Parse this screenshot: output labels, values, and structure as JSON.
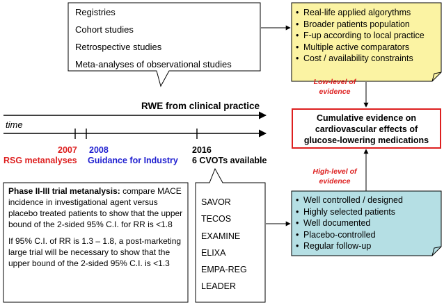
{
  "observational": {
    "items": [
      "Registries",
      "Cohort studies",
      "Retrospective studies",
      "Meta-analyses of observational studies"
    ],
    "label": "RWE from clinical practice"
  },
  "rwe_features": {
    "items": [
      "Real-life applied algorythms",
      "Broader patients population",
      "F-up according to local practice",
      "Multiple active comparators",
      "Cost / availability constraints"
    ],
    "color": "#fbf3a3"
  },
  "low_evidence": {
    "line1": "Low-level of",
    "line2": "evidence"
  },
  "high_evidence": {
    "line1": "High-level of",
    "line2": "evidence"
  },
  "cumulative": {
    "line1": "Cumulative evidence on",
    "line2": "cardiovascular effects of",
    "line3": "glucose-lowering medications",
    "border_color": "#dd1f1f"
  },
  "timeline": {
    "label": "time",
    "events": [
      {
        "year": "2007",
        "title": "RSG metanalyses",
        "color": "#dd1f1f"
      },
      {
        "year": "2008",
        "title": "Guidance for Industry",
        "color": "#1f1fd0"
      },
      {
        "year": "2016",
        "title": "6 CVOTs available",
        "color": "#000000"
      }
    ]
  },
  "phase_box": {
    "bold_lead": "Phase II-III trial metanalysis:",
    "para1_rest": " compare MACE incidence in investigational agent versus placebo treated patients to show that the upper bound of the 2-sided 95% C.I. for RR is <1.8",
    "para2": "If 95% C.I. of RR is 1.3 – 1.8, a post-marketing large trial will be necessary to show that the upper bound of the 2-sided 95% C.I. is <1.3"
  },
  "cvots": [
    "SAVOR",
    "TECOS",
    "EXAMINE",
    "ELIXA",
    "EMPA-REG",
    "LEADER"
  ],
  "rct_features": {
    "items": [
      "Well controlled / designed",
      "Highly selected patients",
      "Well documented",
      "Placebo-controlled",
      "Regular follow-up"
    ],
    "color": "#b5dfe4"
  }
}
